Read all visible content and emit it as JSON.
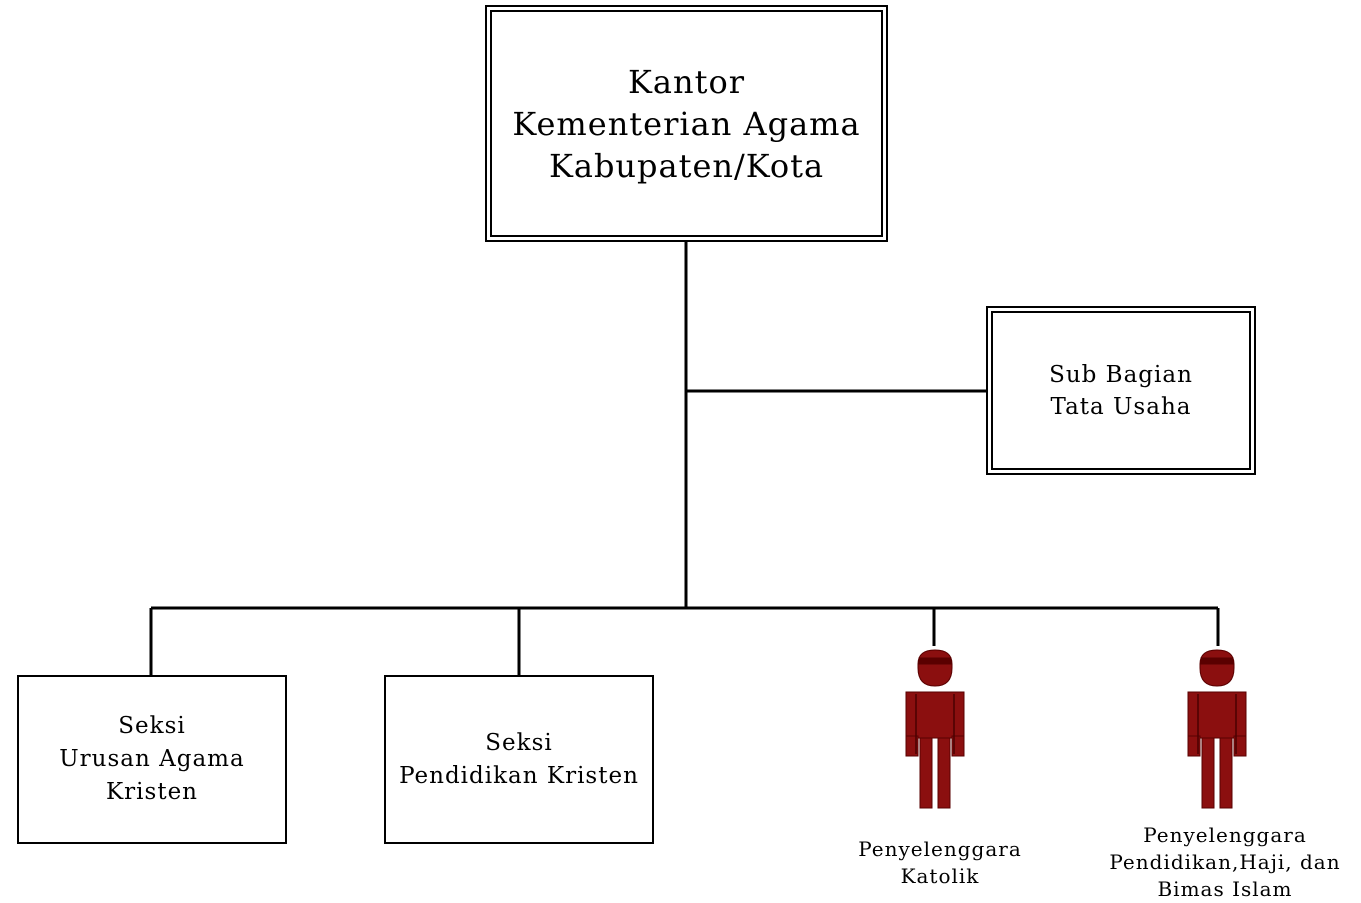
{
  "chart": {
    "root": {
      "lines": [
        "Kantor",
        "Kementerian Agama",
        "Kabupaten/Kota"
      ]
    },
    "staff": {
      "lines": [
        "Sub Bagian",
        "Tata Usaha"
      ]
    },
    "sections": [
      {
        "lines": [
          "Seksi",
          "Urusan Agama",
          "Kristen"
        ]
      },
      {
        "lines": [
          "Seksi",
          "Pendidikan Kristen"
        ]
      }
    ],
    "officers": [
      {
        "icon": "person-icon",
        "lines": [
          "Penyelenggara",
          "Katolik"
        ]
      },
      {
        "icon": "person-icon",
        "lines": [
          "Penyelenggara",
          "Pendidikan,Haji, dan",
          "Bimas Islam"
        ]
      }
    ]
  },
  "colors": {
    "person_fill": "#8b0f0f",
    "person_stroke": "#5a0000",
    "line": "#000000"
  }
}
